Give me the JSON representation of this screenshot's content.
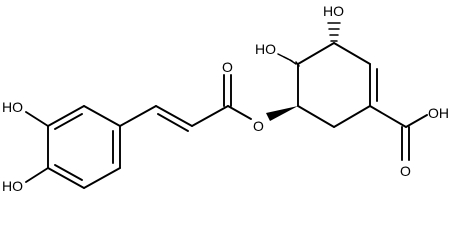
{
  "molecule": {
    "atom_labels": {
      "hydroxyl_top_left": "HO",
      "hydroxyl_bottom_left": "HO",
      "hydroxyl_ring_upper_left": "HO",
      "hydroxyl_ring_top": "HO",
      "ester_carbonyl_oxygen": "O",
      "ester_linking_oxygen": "O",
      "carboxyl_oxygen": "O",
      "carboxyl_hydroxyl": "OH"
    },
    "colors": {
      "bond": "#000000",
      "text": "#000000",
      "background": "#ffffff"
    }
  }
}
